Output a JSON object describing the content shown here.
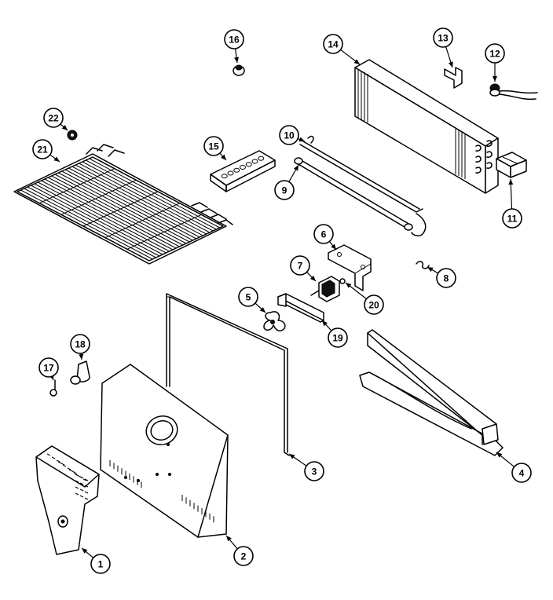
{
  "diagram": {
    "parts": [
      {
        "id": "part-1",
        "label": "1"
      },
      {
        "id": "part-2",
        "label": "2"
      },
      {
        "id": "part-3",
        "label": "3"
      },
      {
        "id": "part-4",
        "label": "4"
      },
      {
        "id": "part-5",
        "label": "5"
      },
      {
        "id": "part-6",
        "label": "6"
      },
      {
        "id": "part-7",
        "label": "7"
      },
      {
        "id": "part-8",
        "label": "8"
      },
      {
        "id": "part-9",
        "label": "9"
      },
      {
        "id": "part-10",
        "label": "10"
      },
      {
        "id": "part-11",
        "label": "11"
      },
      {
        "id": "part-12",
        "label": "12"
      },
      {
        "id": "part-13",
        "label": "13"
      },
      {
        "id": "part-14",
        "label": "14"
      },
      {
        "id": "part-15",
        "label": "15"
      },
      {
        "id": "part-16",
        "label": "16"
      },
      {
        "id": "part-17",
        "label": "17"
      },
      {
        "id": "part-18",
        "label": "18"
      },
      {
        "id": "part-19",
        "label": "19"
      },
      {
        "id": "part-20",
        "label": "20"
      },
      {
        "id": "part-21",
        "label": "21"
      },
      {
        "id": "part-22",
        "label": "22"
      }
    ]
  }
}
